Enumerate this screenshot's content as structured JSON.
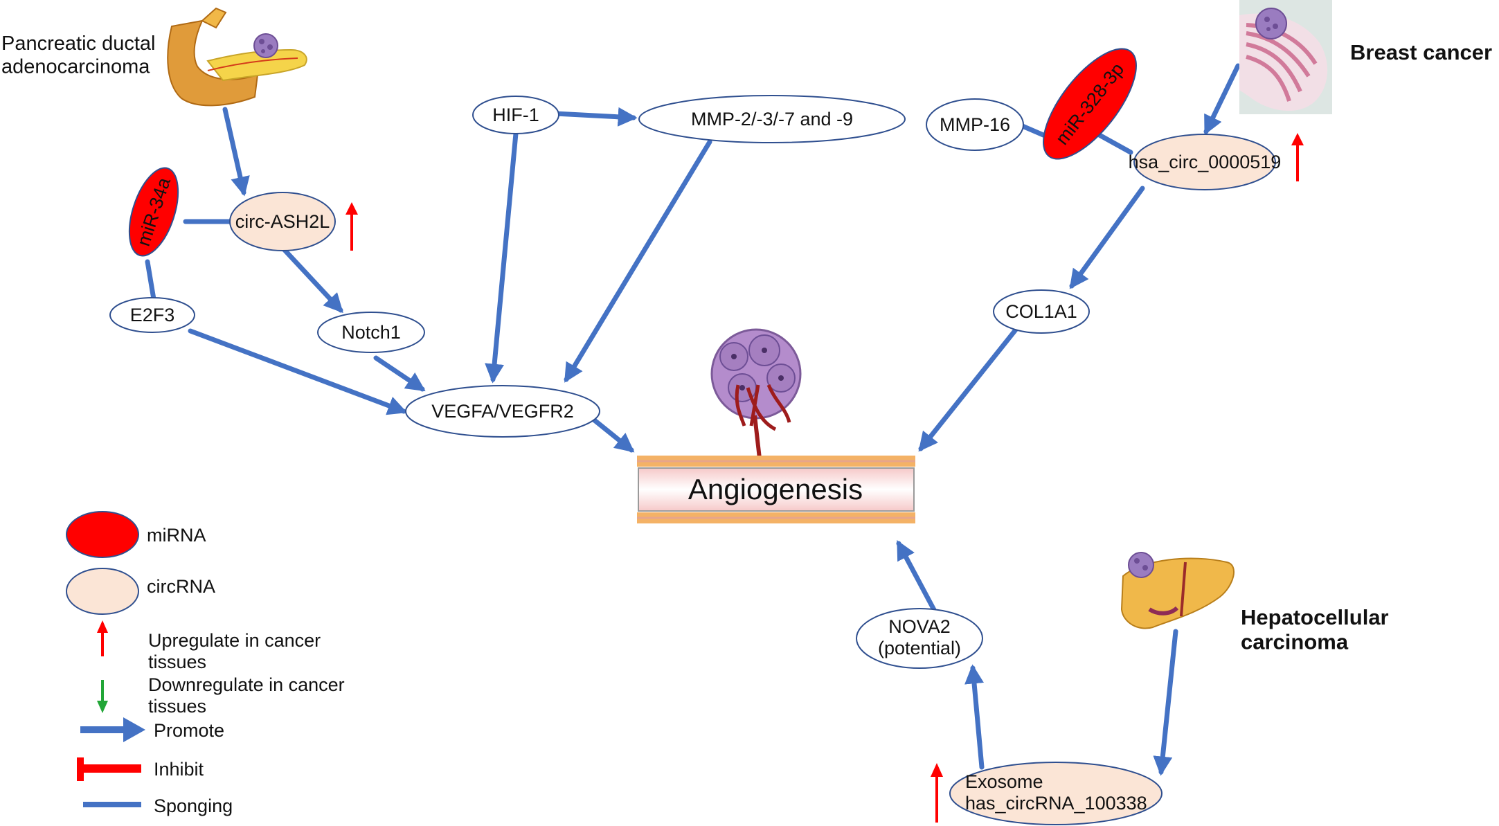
{
  "colors": {
    "promote": "#4472c4",
    "mirna": "#ff0000",
    "circrna": "#fbe5d6",
    "up": "#ff0000",
    "down": "#22a637",
    "inhibit": "#ff0000"
  },
  "sources": {
    "pdac": "Pancreatic ductal\nadenocarcinoma",
    "breast": "Breast cancer",
    "hcc": "Hepatocellular\ncarcinoma"
  },
  "nodes": {
    "mir34a": "miR-34a",
    "circ_ash2l": "circ-ASH2L",
    "e2f3": "E2F3",
    "notch1": "Notch1",
    "hif1": "HIF-1",
    "mmp": "MMP-2/-3/-7 and -9",
    "vegfa": "VEGFA/VEGFR2",
    "mmp16": "MMP-16",
    "mir328": "miR-328-3p",
    "hsa_circ": "hsa_circ_0000519",
    "col1a1": "COL1A1",
    "nova2": "NOVA2\n(potential)",
    "exosome": "Exosome\nhas_circRNA_100338"
  },
  "angiogenesis": "Angiogenesis",
  "legend": {
    "mirna": "miRNA",
    "circrna": "circRNA",
    "up": "Upregulate in cancer\ntissues",
    "down": "Downregulate in cancer\ntissues",
    "promote": "Promote",
    "inhibit": "Inhibit",
    "sponging": "Sponging"
  },
  "icons": [
    "pancreas-icon",
    "breast-icon",
    "liver-icon",
    "tumor-vessel-icon",
    "tumor-cell-icon"
  ]
}
